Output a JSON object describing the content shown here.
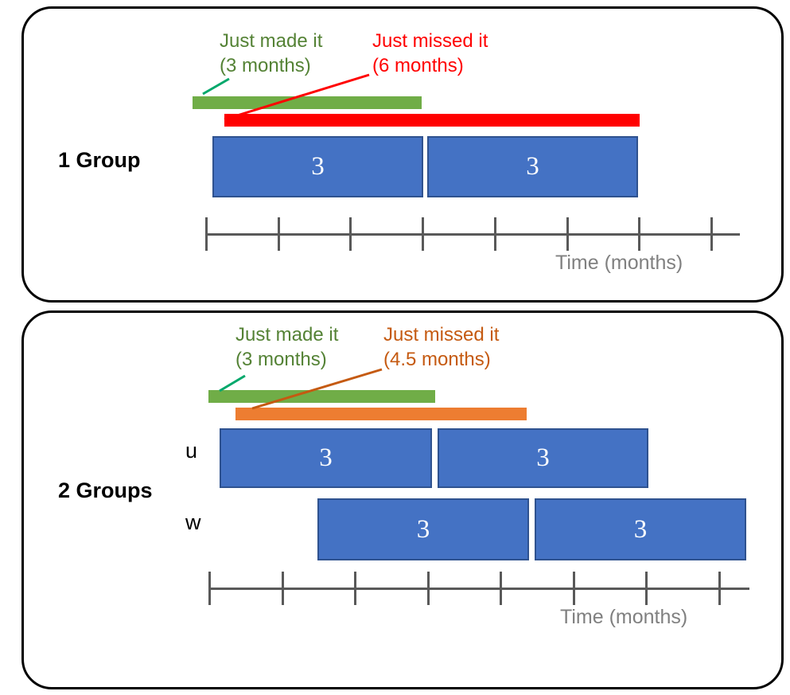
{
  "figure": {
    "background": "#ffffff",
    "panel_border_color": "#000000"
  },
  "colors": {
    "green_bar": "#70ad47",
    "green_text": "#548235",
    "green_leader": "#00a86b",
    "red_bar": "#ff0000",
    "red_text": "#ff0000",
    "red_leader": "#ff0000",
    "orange_bar": "#ed7d31",
    "orange_text": "#c55a11",
    "orange_leader": "#c55a11",
    "task_fill": "#4472c4",
    "task_stroke": "#2f528f",
    "task_text": "#ffffff",
    "axis": "#595959",
    "axis_caption": "#808080"
  },
  "panels": [
    {
      "id": "one-group",
      "title": "1 Group",
      "callouts": [
        {
          "name": "just-made-it",
          "line1": "Just made it",
          "line2": "(3 months)",
          "color_key": "green_text",
          "value": 3,
          "unit": "months"
        },
        {
          "name": "just-missed-it",
          "line1": "Just missed it",
          "line2": "(6 months)",
          "color_key": "red_text",
          "value": 6,
          "unit": "months"
        }
      ],
      "duration_bars": [
        {
          "name": "green-duration-bar",
          "color_key": "green_bar",
          "label": "3 months"
        },
        {
          "name": "red-duration-bar",
          "color_key": "red_bar",
          "label": "6 months"
        }
      ],
      "rows": [
        {
          "label": "",
          "tasks": [
            {
              "value": "3"
            },
            {
              "value": "3"
            }
          ]
        }
      ],
      "axis": {
        "caption": "Time (months)",
        "tick_count": 8
      }
    },
    {
      "id": "two-groups",
      "title": "2 Groups",
      "callouts": [
        {
          "name": "just-made-it",
          "line1": "Just made it",
          "line2": "(3 months)",
          "color_key": "green_text",
          "value": 3,
          "unit": "months"
        },
        {
          "name": "just-missed-it",
          "line1": "Just missed it",
          "line2": "(4.5 months)",
          "color_key": "orange_text",
          "value": 4.5,
          "unit": "months"
        }
      ],
      "duration_bars": [
        {
          "name": "green-duration-bar",
          "color_key": "green_bar",
          "label": "3 months"
        },
        {
          "name": "orange-duration-bar",
          "color_key": "orange_bar",
          "label": "4.5 months"
        }
      ],
      "rows": [
        {
          "label": "u",
          "tasks": [
            {
              "value": "3"
            },
            {
              "value": "3"
            }
          ]
        },
        {
          "label": "w",
          "tasks": [
            {
              "value": "3"
            },
            {
              "value": "3"
            }
          ]
        }
      ],
      "axis": {
        "caption": "Time (months)",
        "tick_count": 8
      }
    }
  ]
}
